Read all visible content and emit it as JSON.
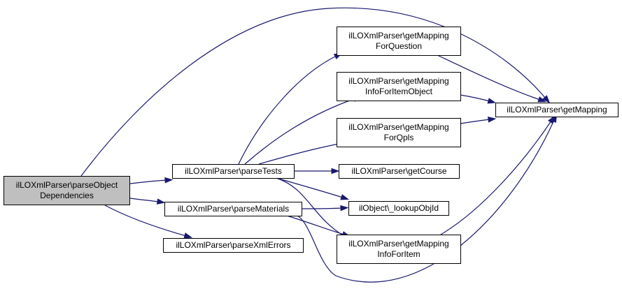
{
  "nodes": {
    "root": [
      "ilLOXmlParser\\parseObject",
      "Dependencies"
    ],
    "parse_tests": [
      "ilLOXmlParser\\parseTests"
    ],
    "parse_materials": [
      "ilLOXmlParser\\parseMaterials"
    ],
    "parse_xml_errors": [
      "ilLOXmlParser\\parseXmlErrors"
    ],
    "get_mapping_for_question": [
      "ilLOXmlParser\\getMapping",
      "ForQuestion"
    ],
    "get_mapping_info_for_item_object": [
      "ilLOXmlParser\\getMapping",
      "InfoForItemObject"
    ],
    "get_mapping_for_qpls": [
      "ilLOXmlParser\\getMapping",
      "ForQpls"
    ],
    "get_course": [
      "ilLOXmlParser\\getCourse"
    ],
    "lookup_obj_id": [
      "ilObject\\_lookupObjId"
    ],
    "get_mapping_info_for_item": [
      "ilLOXmlParser\\getMapping",
      "InfoForItem"
    ],
    "get_mapping": [
      "ilLOXmlParser\\getMapping"
    ]
  },
  "edges": [
    [
      "root",
      "parse_tests"
    ],
    [
      "root",
      "parse_materials"
    ],
    [
      "root",
      "parse_xml_errors"
    ],
    [
      "root",
      "get_mapping"
    ],
    [
      "parse_tests",
      "get_mapping_for_question"
    ],
    [
      "parse_tests",
      "get_mapping_info_for_item_object"
    ],
    [
      "parse_tests",
      "get_mapping_for_qpls"
    ],
    [
      "parse_tests",
      "get_course"
    ],
    [
      "parse_tests",
      "lookup_obj_id"
    ],
    [
      "parse_tests",
      "get_mapping_info_for_item"
    ],
    [
      "parse_materials",
      "lookup_obj_id"
    ],
    [
      "parse_materials",
      "get_mapping_info_for_item"
    ],
    [
      "parse_materials",
      "get_mapping"
    ],
    [
      "get_mapping_for_question",
      "get_mapping"
    ],
    [
      "get_mapping_info_for_item_object",
      "get_mapping"
    ],
    [
      "get_mapping_for_qpls",
      "get_mapping"
    ],
    [
      "get_mapping_info_for_item",
      "get_mapping"
    ]
  ],
  "colors": {
    "edge": "#191970",
    "root_fill": "#bfbfbf",
    "node_fill": "#ffffff",
    "border": "#000000"
  }
}
